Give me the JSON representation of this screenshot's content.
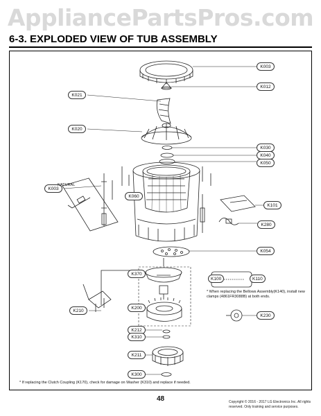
{
  "watermark": "AppliancePartsPros.com",
  "section_title": "6-3. EXPLODED VIEW OF TUB ASSEMBLY",
  "callouts": {
    "k003a": "K003",
    "k012": "K012",
    "k021": "K021",
    "k020": "K020",
    "k030": "K030",
    "k040": "K040",
    "k050": "K050",
    "k003b": "K003",
    "k060": "K060",
    "k101": "K101",
    "k280": "K280",
    "k054": "K054",
    "k370": "K370",
    "k100": "K100",
    "k110": "K110",
    "k200": "K200",
    "k210": "K210",
    "k230": "K230",
    "k212": "K212",
    "k310": "K310",
    "k211": "K211",
    "k300": "K300"
  },
  "natural_label": "NATURAL",
  "bellows_note": "* When replacing the Bellows Assembly(K140), install new clamps (4861FR3088B) at both ends.",
  "footnote": "* If replacing the Clutch Coupling (K170), check for damage on Washer (K310) and replace if needed.",
  "page_number": "48",
  "copyright": "Copyright © 2016 - 2017 LG Electronics Inc. All rights reserved. Only training and service purposes."
}
